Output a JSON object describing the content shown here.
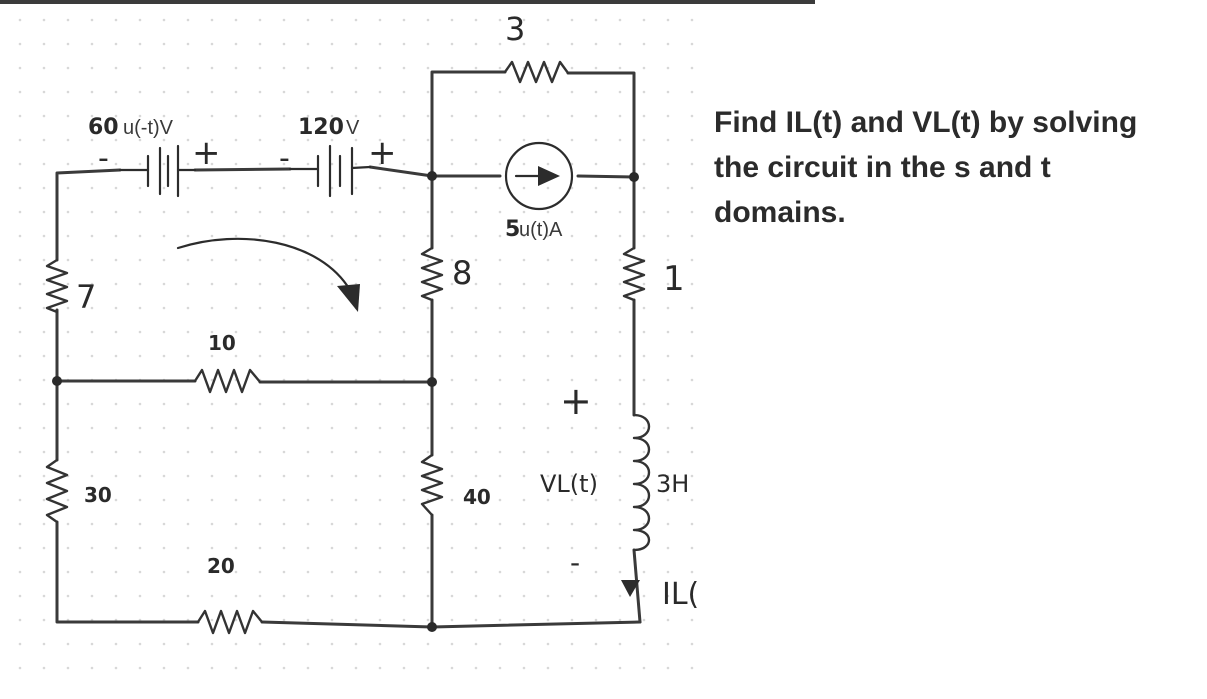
{
  "problem_text": "Find IL(t) and VL(t) by solving the circuit in the s and t domains.",
  "labels": {
    "source_60_value": "60",
    "source_60_unit": "u(-t)V",
    "source_120_value": "120",
    "source_120_unit": "V",
    "current_source_value": "5",
    "current_source_unit": "u(t)A",
    "r_3": "3",
    "r_7": "7",
    "r_10": "10",
    "r_8": "8",
    "r_1": "1",
    "r_30": "30",
    "r_20": "20",
    "r_40": "40",
    "inductor": "3H",
    "vl": "VL(t)",
    "il": "IL(t)",
    "plus": "+",
    "minus": "-"
  }
}
